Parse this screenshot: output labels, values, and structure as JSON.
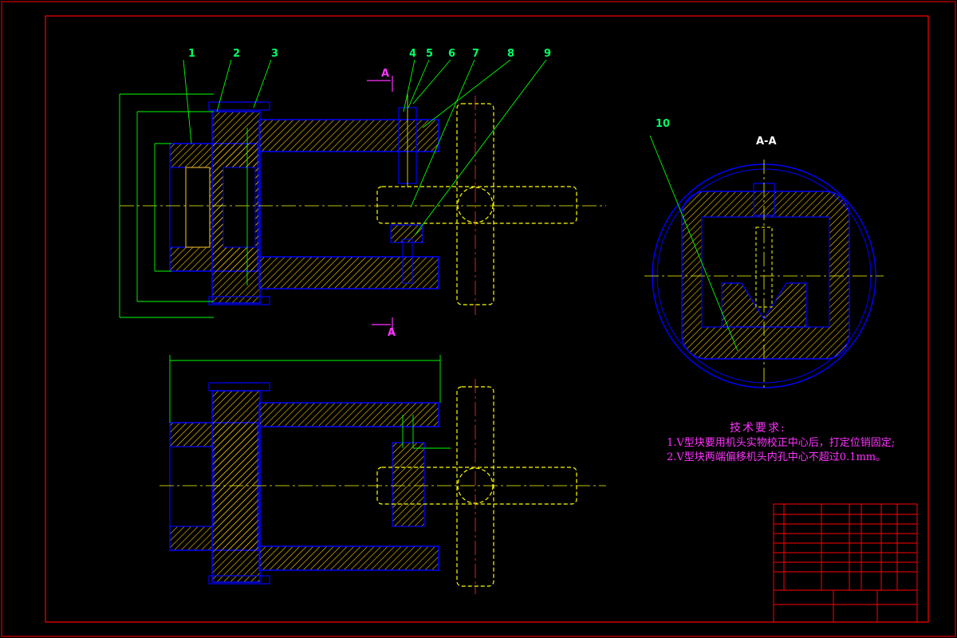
{
  "section_label": "A-A",
  "section_arrow_top": "A",
  "section_arrow_bottom": "A",
  "part_labels": [
    "1",
    "2",
    "3",
    "4",
    "5",
    "6",
    "7",
    "8",
    "9",
    "10"
  ],
  "notes": {
    "title": "技术要求:",
    "items": [
      "1.V型块要用机头实物校正中心后，打定位销固定;",
      "2.V型块两端偏移机头内孔中心不超过0.1mm。"
    ]
  },
  "colors": {
    "background": "#000000",
    "frame": "#ff0000",
    "outline": "#0000ff",
    "hatch": "#ffcc00",
    "dimension": "#00ff00",
    "centerline": "#ffff00",
    "note": "#ff33ff"
  }
}
